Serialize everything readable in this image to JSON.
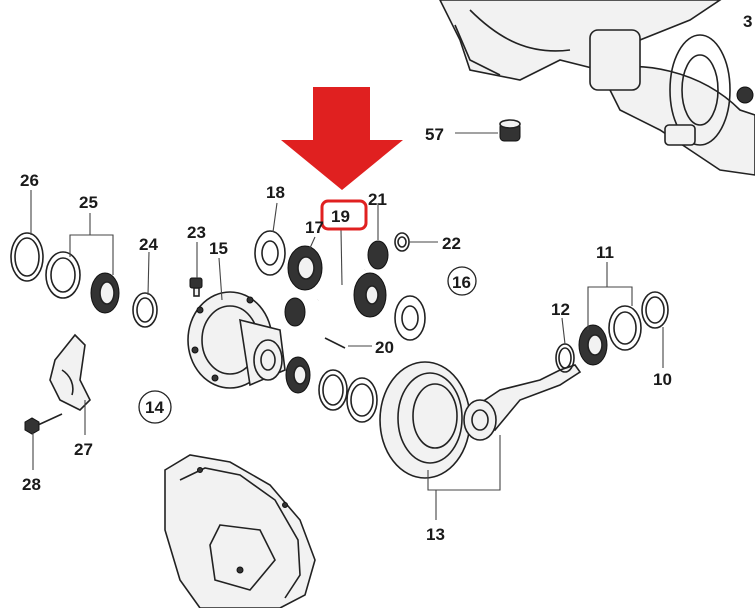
{
  "labels": {
    "p3": "3",
    "p57": "57",
    "p26": "26",
    "p25": "25",
    "p24": "24",
    "p23": "23",
    "p15": "15",
    "p18": "18",
    "p17": "17",
    "p19": "19",
    "p21": "21",
    "p22": "22",
    "p16": "16",
    "p11": "11",
    "p12": "12",
    "p10": "10",
    "p20": "20",
    "p14": "14",
    "p27": "27",
    "p28": "28",
    "p13": "13"
  },
  "colors": {
    "arrow": "#e02020",
    "highlight": "#e02020"
  }
}
